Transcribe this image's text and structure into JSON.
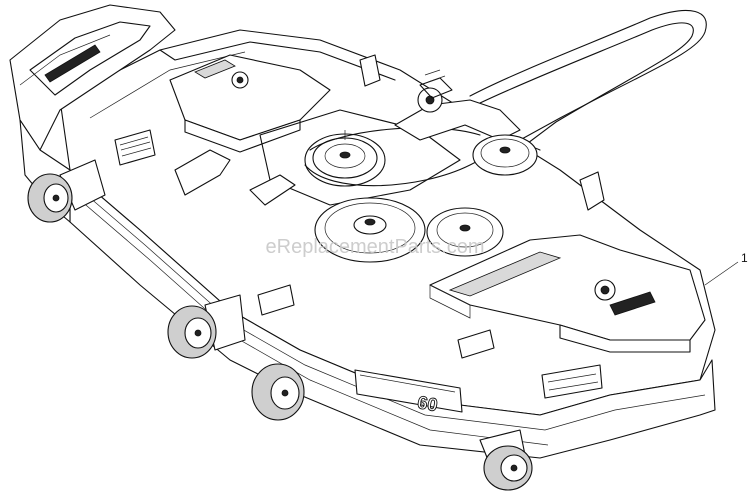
{
  "diagram": {
    "callouts": [
      {
        "label": "1"
      }
    ],
    "watermark": "eReplacementParts.com",
    "deck_branding": {
      "model_text": "60"
    },
    "colors": {
      "line": "#111111",
      "background": "#ffffff",
      "watermark": "#c8c8c8",
      "tire": "#cfcfcf"
    }
  }
}
